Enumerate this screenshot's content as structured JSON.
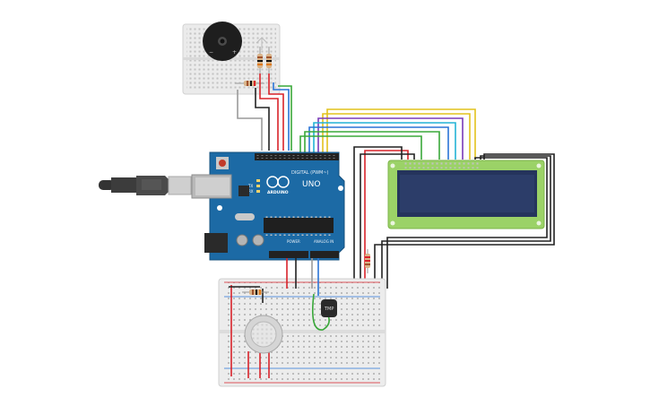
{
  "arduino": {
    "brand": "UNO",
    "logo_text": "ARDUINO",
    "header_digital": "DIGITAL (PWM~)",
    "header_power": "POWER",
    "header_analog": "ANALOG IN",
    "led_tx": "TX",
    "led_rx": "RX"
  },
  "components": {
    "temp_sensor_label": "TMP",
    "buzzer_minus": "−",
    "buzzer_plus": "+"
  },
  "colors": {
    "board_blue": "#1c6aa5",
    "lcd_green": "#9bd267",
    "lcd_screen": "#25345c",
    "breadboard": "#ececec",
    "wire_red": "#d8232a",
    "wire_black": "#222222",
    "wire_green": "#3aa83a",
    "wire_blue": "#2a74d6",
    "wire_yellow": "#e2c21d",
    "wire_purple": "#7a3ab8",
    "wire_cyan": "#23b3d6",
    "wire_orange": "#e07a1f",
    "wire_gray": "#9a9a9a"
  }
}
